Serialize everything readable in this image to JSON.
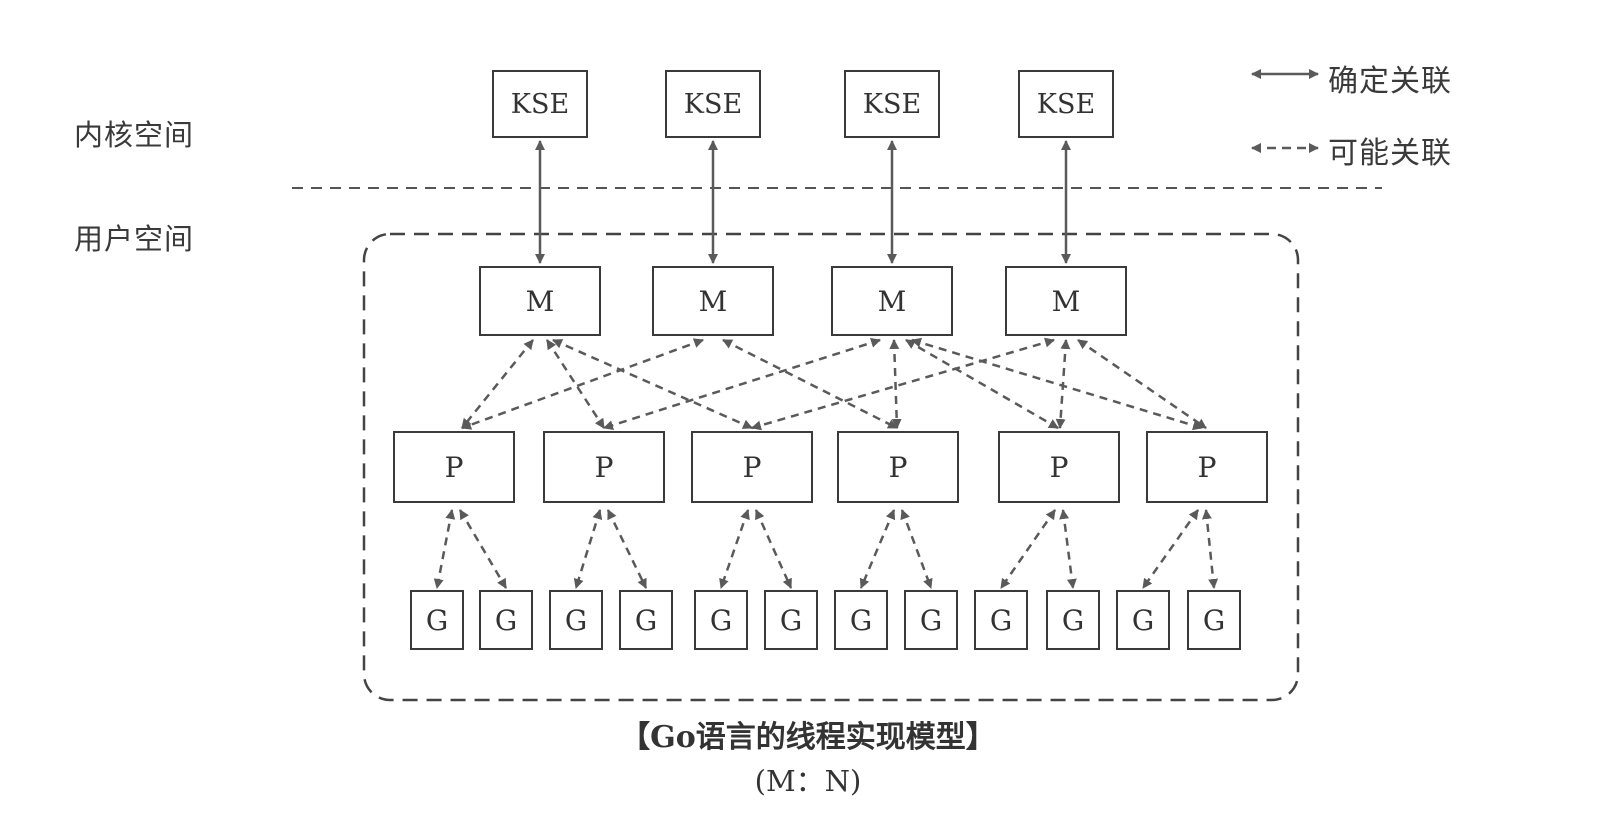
{
  "regions": {
    "kernel_space": "内核空间",
    "user_space": "用户空间"
  },
  "legend": {
    "solid_label": "确定关联",
    "dashed_label": "可能关联"
  },
  "nodes": {
    "kse": [
      "KSE",
      "KSE",
      "KSE",
      "KSE"
    ],
    "m": [
      "M",
      "M",
      "M",
      "M"
    ],
    "p": [
      "P",
      "P",
      "P",
      "P",
      "P",
      "P"
    ],
    "g": [
      "G",
      "G",
      "G",
      "G",
      "G",
      "G",
      "G",
      "G",
      "G",
      "G",
      "G",
      "G"
    ]
  },
  "caption": {
    "title": "【Go语言的线程实现模型】",
    "subtitle": "(M：N)"
  },
  "colors": {
    "line": "#5a5a5a",
    "border": "#3a3a3a",
    "background": "#ffffff"
  }
}
